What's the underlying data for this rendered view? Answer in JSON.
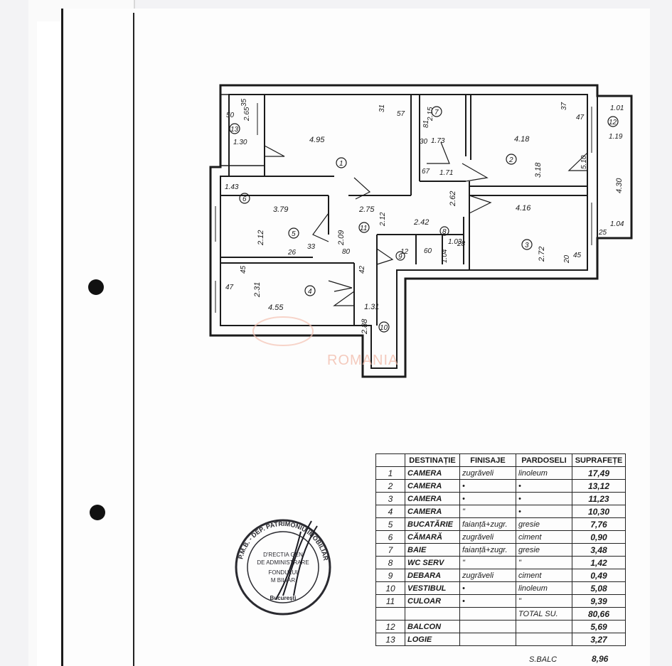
{
  "plan": {
    "dimensions": {
      "r1_width": "4.95",
      "r2_width": "4.18",
      "r2_depth": "3.18",
      "r3_width": "4.16",
      "r3_depth": "2.72",
      "r4_width": "4.55",
      "r4_depth": "2.31",
      "r5_width": "3.79",
      "r5_depth": "2.12",
      "r6_width": "1.43",
      "r7_width": "1.73",
      "r7_depth": "2.15",
      "corr_width": "2.75",
      "corr_depth": "2.09",
      "hall_width": "2.42",
      "hall_depth": "2.62",
      "vest_width": "1.31",
      "vest_depth": "2.88",
      "logia_width": "1.30",
      "logia_depth": "2.65",
      "balcony_width": "1.19",
      "balcony_depth": "4.30",
      "d_50": "50",
      "d_35": "35",
      "d_31": "31",
      "d_57": "57",
      "d_37": "37",
      "d_47": "47",
      "d_510": "5.10",
      "d_101": "1.01",
      "d_104": "1.04",
      "d_25": "25",
      "d_171": "1.71",
      "d_67": "67",
      "d_30": "30",
      "d_81": "81",
      "d_212": "2.12",
      "d_80": "80",
      "d_26": "26",
      "d_33": "33",
      "d_45a": "45",
      "d_47b": "47",
      "d_20": "20",
      "d_45b": "45",
      "d_42": "42",
      "d_60": "60",
      "d_103": "1.03",
      "d_104b": "1.04",
      "d_28": "28",
      "d_12": "12"
    },
    "room_numbers": [
      "1",
      "2",
      "3",
      "4",
      "5",
      "6",
      "7",
      "8",
      "9",
      "10",
      "11",
      "12",
      "13"
    ]
  },
  "watermark": "ROMANIA",
  "legend": {
    "headers": {
      "nr": "",
      "destinatie": "DESTINAȚIE",
      "finisaje": "FINISAJE",
      "pardoseli": "PARDOSELI",
      "suprafete": "SUPRAFEȚE"
    },
    "rows": [
      {
        "nr": "1",
        "dest": "CAMERA",
        "fin": "zugrăveli",
        "par": "linoleum",
        "sup": "17,49"
      },
      {
        "nr": "2",
        "dest": "CAMERA",
        "fin": "•",
        "par": "•",
        "sup": "13,12"
      },
      {
        "nr": "3",
        "dest": "CAMERA",
        "fin": "•",
        "par": "•",
        "sup": "11,23"
      },
      {
        "nr": "4",
        "dest": "CAMERA",
        "fin": "\"",
        "par": "•",
        "sup": "10,30"
      },
      {
        "nr": "5",
        "dest": "BUCATĂRIE",
        "fin": "faianță+zugr.",
        "par": "gresie",
        "sup": "7,76"
      },
      {
        "nr": "6",
        "dest": "CĂMARĂ",
        "fin": "zugrăveli",
        "par": "ciment",
        "sup": "0,90"
      },
      {
        "nr": "7",
        "dest": "BAIE",
        "fin": "faianță+zugr.",
        "par": "gresie",
        "sup": "3,48"
      },
      {
        "nr": "8",
        "dest": "WC SERV",
        "fin": "\"",
        "par": "\"",
        "sup": "1,42"
      },
      {
        "nr": "9",
        "dest": "DEBARA",
        "fin": "zugrăveli",
        "par": "ciment",
        "sup": "0,49"
      },
      {
        "nr": "10",
        "dest": "VESTIBUL",
        "fin": "•",
        "par": "linoleum",
        "sup": "5,08"
      },
      {
        "nr": "11",
        "dest": "CULOAR",
        "fin": "•",
        "par": "\"",
        "sup": "9,39"
      },
      {
        "nr": "",
        "dest": "",
        "fin": "",
        "par": "TOTAL SU.",
        "sup": "80,66"
      },
      {
        "nr": "12",
        "dest": "BALCON",
        "fin": "",
        "par": "",
        "sup": "5,69"
      },
      {
        "nr": "13",
        "dest": "LOGIE",
        "fin": "",
        "par": "",
        "sup": "3,27"
      }
    ],
    "sbalc_label": "S.BALC",
    "sbalc_value": "8,96"
  },
  "stamp": {
    "ring_text": "P.M.B. - DEP. PATRIMONIU IMOBILIAR",
    "line1": "D'RECTIA GEN",
    "line2": "DE ADMINISTRARE",
    "line3": "FONDULUI",
    "line4": "M BILIAR",
    "city": "București"
  }
}
